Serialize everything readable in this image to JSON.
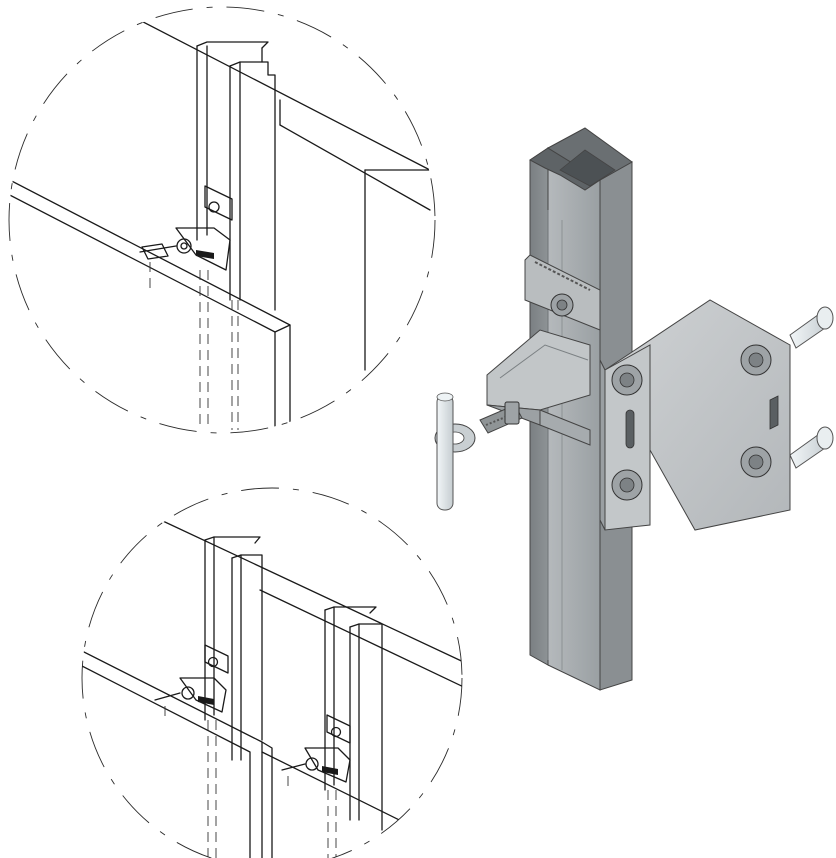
{
  "figure": {
    "views": [
      {
        "name": "detail-view-single-upright"
      },
      {
        "name": "detail-view-panel-joint"
      },
      {
        "name": "bracket-assembly-3d"
      }
    ],
    "colors": {
      "line": "#1a1a1a",
      "metal_light": "#c9ccce",
      "metal_mid": "#a8acaf",
      "metal_dark": "#7c8184",
      "bolt": "#8f9496",
      "rod": "#dfe5e8"
    }
  }
}
